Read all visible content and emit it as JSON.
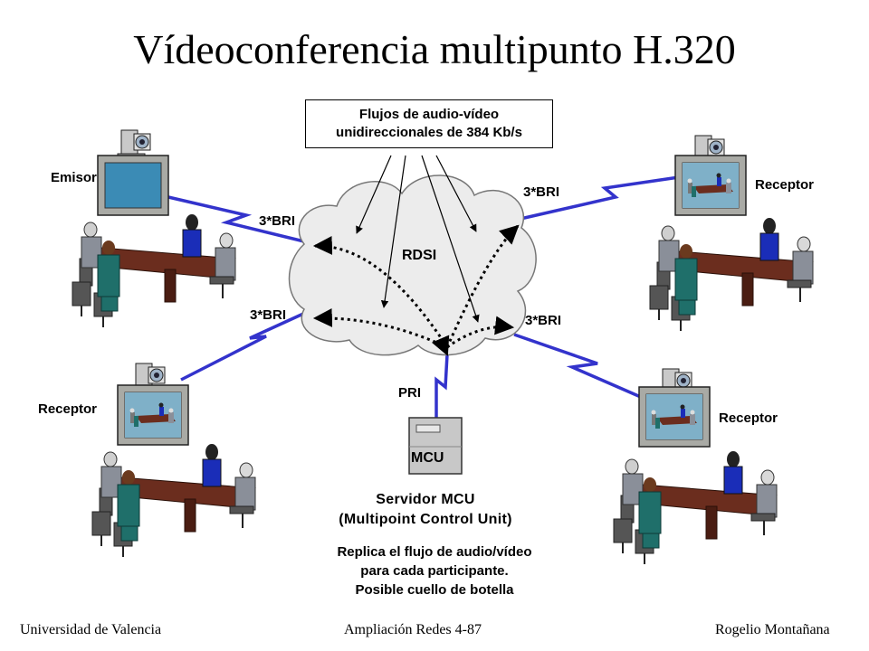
{
  "title": "Vídeoconferencia multipunto H.320",
  "note": {
    "line1": "Flujos de audio-vídeo",
    "line2": "unidireccionales de 384 Kb/s"
  },
  "network": {
    "cloud_label": "RDSI",
    "bri_label": "3*BRI",
    "pri_label": "PRI"
  },
  "sites": {
    "emisor": "Emisor",
    "receptor": "Receptor"
  },
  "mcu": {
    "box_label": "MCU",
    "server_line1": "Servidor MCU",
    "server_line2": "(Multipoint Control Unit)",
    "desc_line1": "Replica el flujo de audio/vídeo",
    "desc_line2": "para cada participante.",
    "desc_line3": "Posible cuello de botella"
  },
  "footer": {
    "left": "Universidad de Valencia",
    "center": "Ampliación Redes 4-87",
    "right": "Rogelio Montañana"
  },
  "colors": {
    "link": "#3333cc",
    "cloud_fill": "#ececec",
    "table": "#6b2d1e",
    "screen": "#3b8bb5",
    "chair": "#555555",
    "person_blue": "#1a2db8",
    "person_teal": "#1f6f6a",
    "person_gray": "#8a8f99"
  }
}
